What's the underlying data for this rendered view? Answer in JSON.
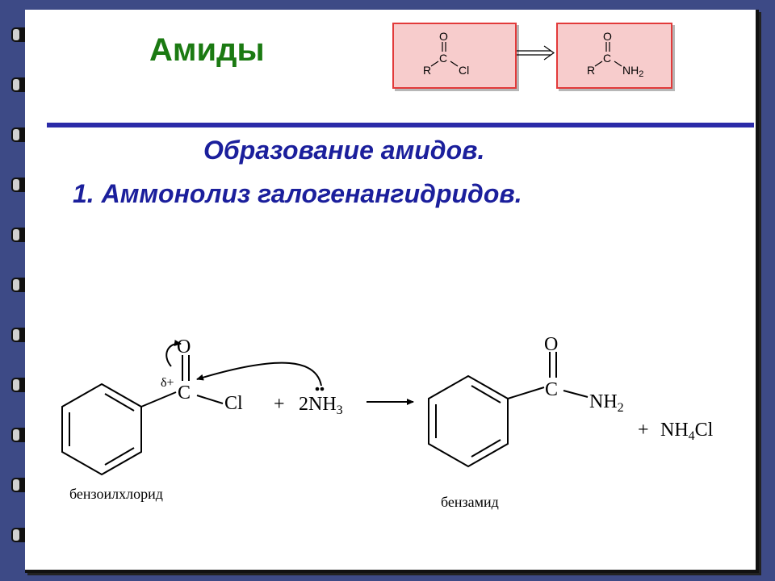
{
  "slide": {
    "title": "Амиды",
    "heading_1": "Образование амидов.",
    "heading_2": "1. Аммонолиз  галогенангидридов."
  },
  "header_scheme": {
    "left_box": {
      "o": "O",
      "c": "C",
      "r": "R",
      "x": "Cl"
    },
    "right_box": {
      "o": "O",
      "c": "C",
      "r": "R",
      "n": "NH",
      "n_sub": "2"
    }
  },
  "reaction": {
    "reactant": {
      "o": "O",
      "c": "C",
      "cl": "Cl",
      "delta": "δ+",
      "name": "бензоилхлорид"
    },
    "reagent": {
      "plus": "+",
      "text": "2NH",
      "sub": "3"
    },
    "product": {
      "o": "O",
      "c": "C",
      "n": "NH",
      "n_sub": "2",
      "name": "бензамид"
    },
    "byproduct": {
      "plus": "+",
      "a": "NH",
      "sub": "4",
      "b": "Cl"
    }
  },
  "colors": {
    "background": "#3d4a86",
    "title_green": "#1b7a12",
    "heading_blue": "#1b1f9c",
    "rule_blue": "#2b2ba8",
    "box_fill": "#f7cccc",
    "box_border": "#e23a3a"
  }
}
